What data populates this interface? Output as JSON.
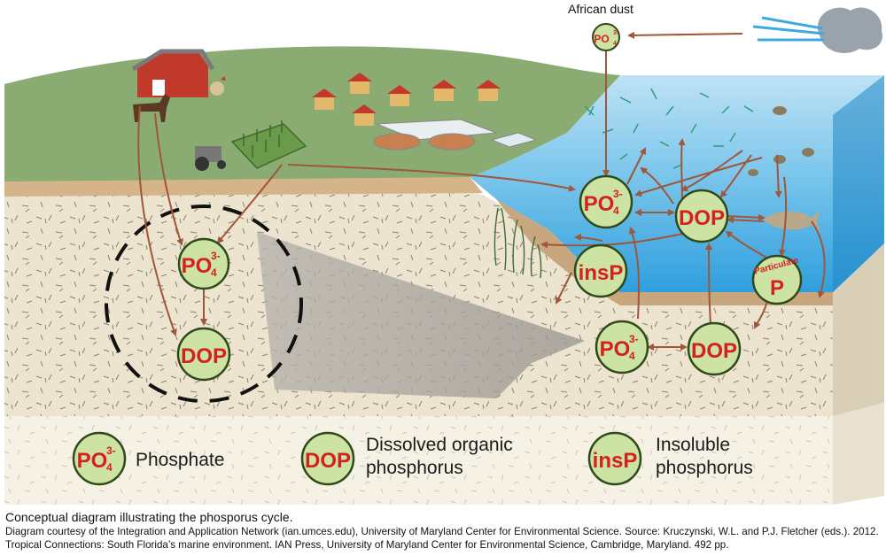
{
  "labels": {
    "african_dust": "African dust"
  },
  "nodes": {
    "po4_main": "PO",
    "po4_sup": "3-",
    "po4_sub": "4",
    "dop": "DOP",
    "insp": "insP",
    "particulate_word": "Particulate",
    "particulate_p": "P"
  },
  "legend": {
    "phosphate": "Phosphate",
    "dop_line1": "Dissolved organic",
    "dop_line2": "phosphorus",
    "insp_line1": "Insoluble",
    "insp_line2": "phosphorus"
  },
  "caption": {
    "title": "Conceptual diagram illustrating the phosporus cycle.",
    "credit": "Diagram courtesy of the Integration and Application Network (ian.umces.edu), University of Maryland Center for Environmental Science. Source: Kruczynski, W.L. and P.J. Fletcher (eds.). 2012. Tropical Connections: South Florida’s marine environment. IAN Press, University of Maryland Center for Environmental Science, Cambridge, Maryland. 492 pp."
  },
  "colors": {
    "node_fill": "#cde3a3",
    "node_stroke": "#2f4a1a",
    "node_text": "#d42020",
    "arrow": "#a0563a",
    "grass": "#8aab72",
    "soil": "#ece4cf",
    "water": "#3ea9e1",
    "water_top": "#c9e6f6"
  }
}
